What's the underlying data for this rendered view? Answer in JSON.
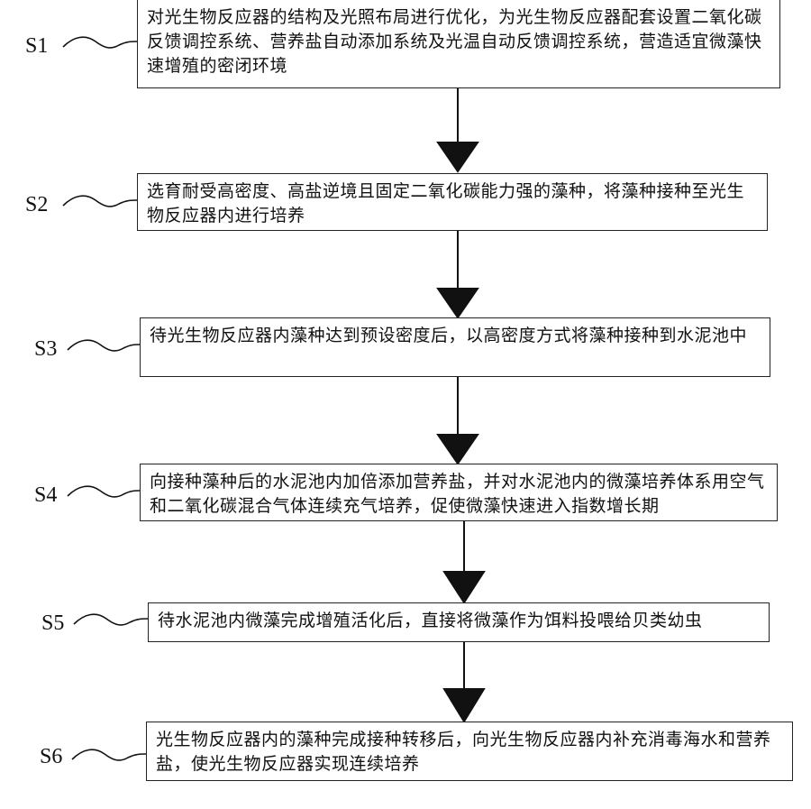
{
  "steps": [
    {
      "label": "S1",
      "text": "对光生物反应器的结构及光照布局进行优化，为光生物反应器配套设置二氧化碳反馈调控系统、营养盐自动添加系统及光温自动反馈调控系统，营造适宜微藻快速增殖的密闭环境"
    },
    {
      "label": "S2",
      "text": "选育耐受高密度、高盐逆境且固定二氧化碳能力强的藻种，将藻种接种至光生物反应器内进行培养"
    },
    {
      "label": "S3",
      "text": "待光生物反应器内藻种达到预设密度后，以高密度方式将藻种接种到水泥池中"
    },
    {
      "label": "S4",
      "text": "向接种藻种后的水泥池内加倍添加营养盐，并对水泥池内的微藻培养体系用空气和二氧化碳混合气体连续充气培养，促使微藻快速进入指数增长期"
    },
    {
      "label": "S5",
      "text": "待水泥池内微藻完成增殖活化后，直接将微藻作为饵料投喂给贝类幼虫"
    },
    {
      "label": "S6",
      "text": "光生物反应器内的藻种完成接种转移后，向光生物反应器内补充消毒海水和营养盐，使光生物反应器实现连续培养"
    }
  ]
}
